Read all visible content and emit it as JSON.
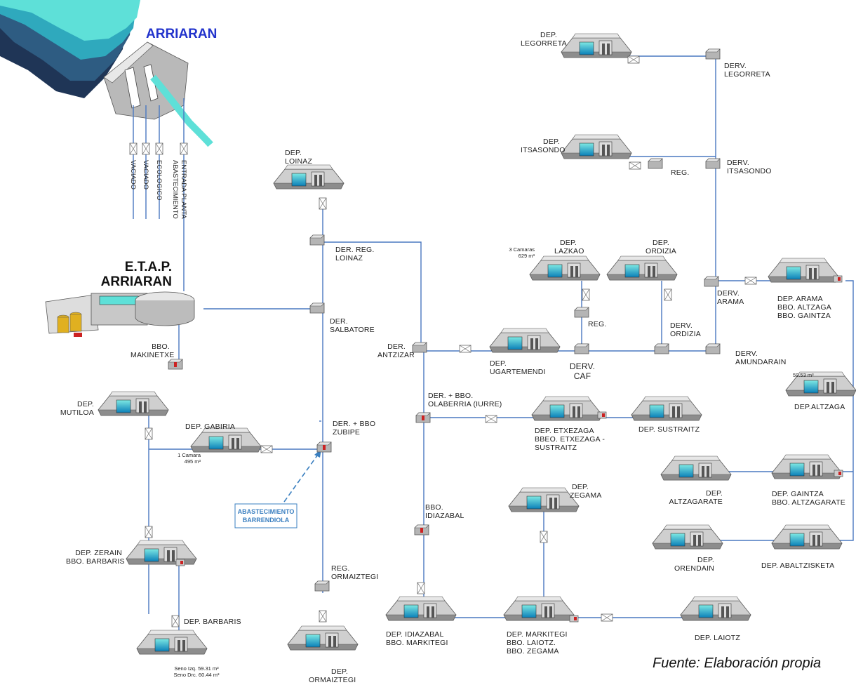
{
  "title": "ARRIARAN",
  "etap": "E.T.A.P.",
  "etap_name": "ARRIARAN",
  "outlets": [
    "VACIADO",
    "VACIADO",
    "ECOLOGICO",
    "ENTRADA PLANTA",
    "ABASTECIMIENTO"
  ],
  "labels": {
    "dep_legorreta_1": "DEP.",
    "dep_legorreta_2": "LEGORRETA",
    "derv_legorreta_1": "DERV.",
    "derv_legorreta_2": "LEGORRETA",
    "dep_itsasondo_1": "DEP.",
    "dep_itsasondo_2": "ITSASONDO",
    "reg_itsasondo": "REG.",
    "derv_itsasondo_1": "DERV.",
    "derv_itsasondo_2": "ITSASONDO",
    "dep_loinaz_1": "DEP.",
    "dep_loinaz_2": "LOINAZ",
    "der_reg_loinaz_1": "DER. REG.",
    "der_reg_loinaz_2": "LOINAZ",
    "der_salbatore_1": "DER.",
    "der_salbatore_2": "SALBATORE",
    "bbo_makinetxe_1": "BBO.",
    "bbo_makinetxe_2": "MAKINETXE",
    "der_antzizar_1": "DER.",
    "der_antzizar_2": "ANTZIZAR",
    "dep_ugartemendi_1": "DEP.",
    "dep_ugartemendi_2": "UGARTEMENDI",
    "lazkao_cap_1": "3 Camaras",
    "lazkao_cap_2": "629 m³",
    "dep_lazkao_1": "DEP.",
    "dep_lazkao_2": "LAZKAO",
    "reg_lazkao": "REG.",
    "derv_caf_1": "DERV.",
    "derv_caf_2": "CAF",
    "dep_ordizia_1": "DEP.",
    "dep_ordizia_2": "ORDIZIA",
    "derv_ordizia_1": "DERV.",
    "derv_ordizia_2": "ORDIZIA",
    "derv_arama_1": "DERV.",
    "derv_arama_2": "ARAMA",
    "dep_arama_1": "DEP. ARAMA",
    "dep_arama_2": "BBO. ALTZAGA",
    "dep_arama_3": "BBO. GAINTZA",
    "derv_amundarain_1": "DERV.",
    "derv_amundarain_2": "AMUNDARAIN",
    "altzaga_cap": "59.53 m³",
    "dep_altzaga": "DEP.ALTZAGA",
    "dep_mutiloa_1": "DEP.",
    "dep_mutiloa_2": "MUTILOA",
    "dep_gabiria": "DEP. GABIRIA",
    "gabiria_cap_1": "1 Camara",
    "gabiria_cap_2": "495 m³",
    "der_zubipe_1": "DER. + BBO",
    "der_zubipe_2": "ZUBIPE",
    "der_olaberria_1": "DER. + BBO.",
    "der_olaberria_2": "OLABERRIA (IURRE)",
    "dep_etxezaga_1": "DEP. ETXEZAGA",
    "dep_etxezaga_2": "BBEO. ETXEZAGA -",
    "dep_etxezaga_3": "SUSTRAITZ",
    "dep_sustraitz": "DEP. SUSTRAITZ",
    "dep_altzagarate_1": "DEP.",
    "dep_altzagarate_2": "ALTZAGARATE",
    "dep_gaintza_1": "DEP. GAINTZA",
    "dep_gaintza_2": "BBO. ALTZAGARATE",
    "dep_orendain_1": "DEP.",
    "dep_orendain_2": "ORENDAIN",
    "dep_abaltzisketa": "DEP. ABALTZISKETA",
    "abast_1": "ABASTECIMIENTO",
    "abast_2": "BARRENDIOLA",
    "bbo_idiazabal_1": "BBO.",
    "bbo_idiazabal_2": "IDIAZABAL",
    "dep_zegama_1": "DEP.",
    "dep_zegama_2": "ZEGAMA",
    "reg_ormaiztegi_1": "REG.",
    "reg_ormaiztegi_2": "ORMAIZTEGI",
    "dep_zerain_1": "DEP. ZERAIN",
    "dep_zerain_2": "BBO. BARBARIS",
    "dep_barbaris": "DEP. BARBARIS",
    "barbaris_cap_1": "Seno Izq. 59.31 m³",
    "barbaris_cap_2": "Seno Drc. 60.44 m³",
    "dep_idiazabal_1": "DEP. IDIAZABAL",
    "dep_idiazabal_2": "BBO. MARKITEGI",
    "dep_markitegi_1": "DEP.  MARKITEGI",
    "dep_markitegi_2": "BBO. LAIOTZ.",
    "dep_markitegi_3": "BBO. ZEGAMA",
    "dep_laiotz": "DEP. LAIOTZ",
    "dep_ormaiztegi_1": "DEP.",
    "dep_ormaiztegi_2": "ORMAIZTEGI"
  },
  "source": "Fuente: Elaboración propia",
  "colors": {
    "pipe": "#4a78c0",
    "water": "#5ee0d8",
    "deposit": "#a9a9a9",
    "tank_water": "#19a7c9",
    "pump": "#cc2222",
    "title": "#2233cc"
  }
}
